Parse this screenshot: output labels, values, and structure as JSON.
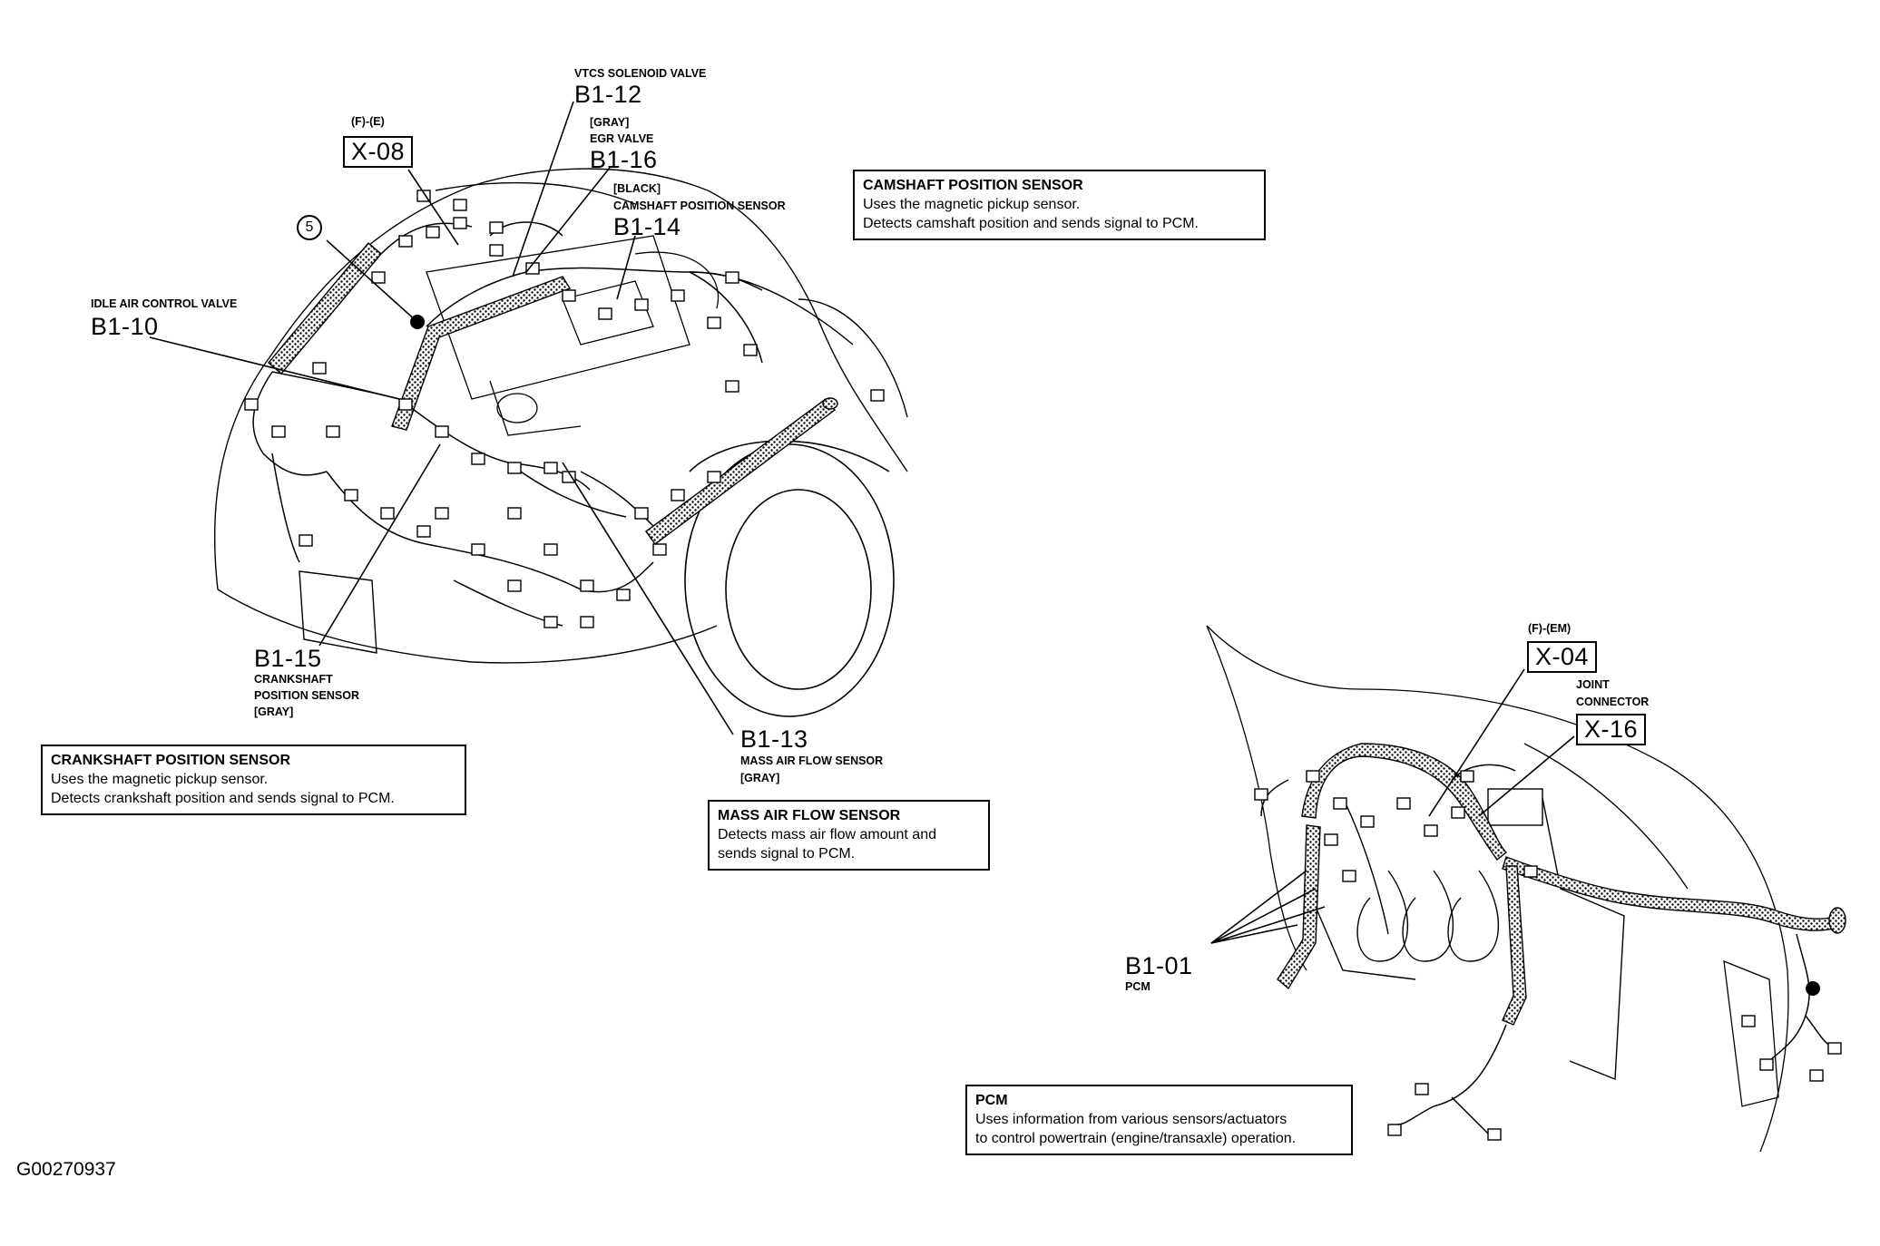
{
  "left_diagram": {
    "callout_5": "5",
    "x08": {
      "group": "(F)-(E)",
      "code": "X-08"
    },
    "b1_12": {
      "name": "VTCS SOLENOID VALVE",
      "code": "B1-12"
    },
    "b1_16": {
      "color": "[GRAY]",
      "name": "EGR VALVE",
      "code": "B1-16"
    },
    "b1_14": {
      "color": "[BLACK]",
      "name": "CAMSHAFT POSITION SENSOR",
      "code": "B1-14"
    },
    "b1_10": {
      "name": "IDLE AIR CONTROL VALVE",
      "code": "B1-10"
    },
    "b1_15": {
      "code": "B1-15",
      "line1": "CRANKSHAFT",
      "line2": "POSITION SENSOR",
      "color": "[GRAY]"
    },
    "b1_13": {
      "code": "B1-13",
      "name": "MASS AIR FLOW SENSOR",
      "color": "[GRAY]"
    }
  },
  "right_diagram": {
    "x04": {
      "group": "(F)-(EM)",
      "code": "X-04"
    },
    "x16": {
      "line1": "JOINT",
      "line2": "CONNECTOR",
      "code": "X-16"
    },
    "b1_01": {
      "code": "B1-01",
      "name": "PCM"
    }
  },
  "info_boxes": {
    "camshaft": {
      "title": "CAMSHAFT POSITION SENSOR",
      "line1": "Uses the magnetic pickup sensor.",
      "line2": "Detects camshaft position and sends signal to PCM."
    },
    "crankshaft": {
      "title": "CRANKSHAFT POSITION SENSOR",
      "line1": "Uses the magnetic pickup sensor.",
      "line2": "Detects crankshaft position and sends signal to PCM."
    },
    "maf": {
      "title": "MASS AIR FLOW SENSOR",
      "line1": "Detects mass air flow amount and",
      "line2": "sends signal to PCM."
    },
    "pcm": {
      "title": "PCM",
      "line1": "Uses information from various sensors/actuators",
      "line2": "to control powertrain (engine/transaxle) operation."
    }
  },
  "figure_id": "G00270937"
}
